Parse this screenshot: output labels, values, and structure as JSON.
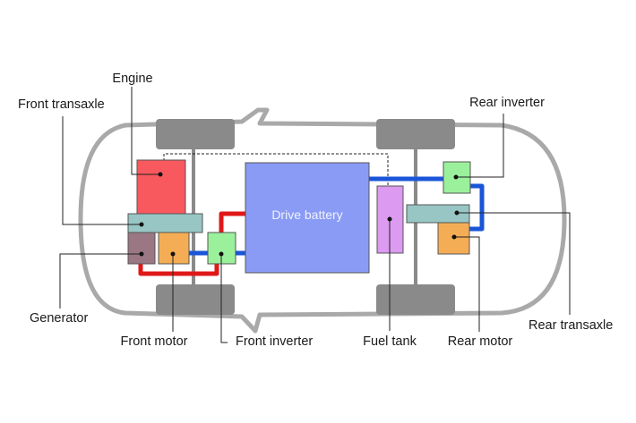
{
  "title": "Hybrid AWD powertrain layout",
  "components": {
    "engine": {
      "label": "Engine",
      "color": "#f7595e"
    },
    "front_transaxle": {
      "label": "Front transaxle",
      "color": "#97c6c4"
    },
    "generator": {
      "label": "Generator",
      "color": "#9a7782"
    },
    "front_motor": {
      "label": "Front motor",
      "color": "#f5ad55"
    },
    "front_inverter": {
      "label": "Front inverter",
      "color": "#9bf09c"
    },
    "drive_battery": {
      "label": "Drive battery",
      "color": "#8a9bf6"
    },
    "fuel_tank": {
      "label": "Fuel tank",
      "color": "#dc9af1"
    },
    "rear_inverter": {
      "label": "Rear inverter",
      "color": "#9bf09c"
    },
    "rear_transaxle": {
      "label": "Rear transaxle",
      "color": "#97c6c4"
    },
    "rear_motor": {
      "label": "Rear motor",
      "color": "#f5ad55"
    }
  },
  "colors": {
    "body_outline": "#a9a9a9",
    "wheel": "#8a8a8a",
    "high_voltage_red": "#e01818",
    "high_voltage_blue": "#1a55d8"
  }
}
